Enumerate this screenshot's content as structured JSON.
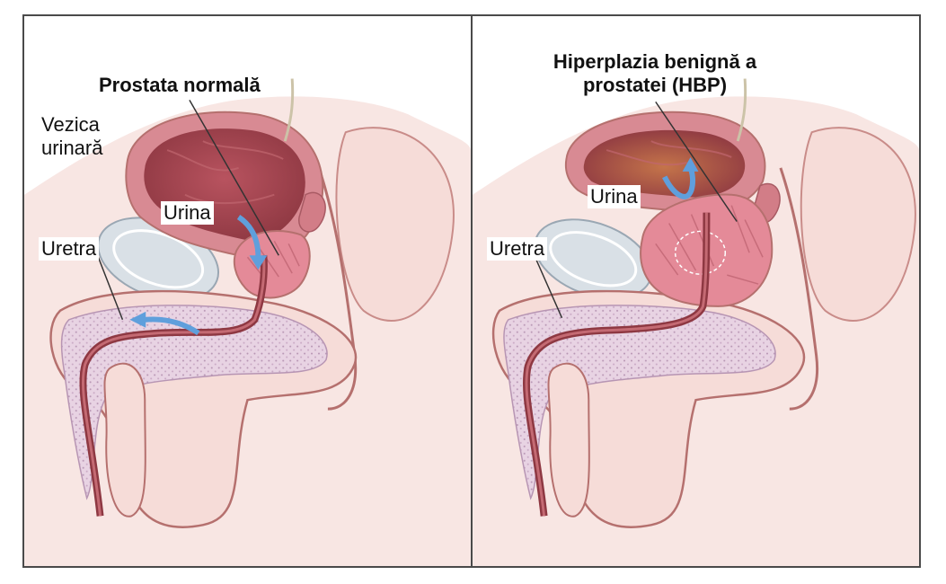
{
  "panels": [
    {
      "title": "Prostata normală",
      "labels": {
        "bladder": "Vezica\nurinară",
        "urine": "Urina",
        "urethra": "Uretra"
      }
    },
    {
      "title": "Hiperplazia benignă a\nprostatei (HBP)",
      "labels": {
        "urine": "Urina",
        "urethra": "Uretra"
      }
    }
  ],
  "colors": {
    "skin": "#f6dcd8",
    "skin_outline": "#b5706e",
    "bladder_wall": "#d88a93",
    "bladder_inner": "#a4454f",
    "prostate": "#e48a98",
    "spongy": "#e8d3e3",
    "pubic_bone": "#d9e0e6",
    "arrow": "#5f9fdc"
  }
}
